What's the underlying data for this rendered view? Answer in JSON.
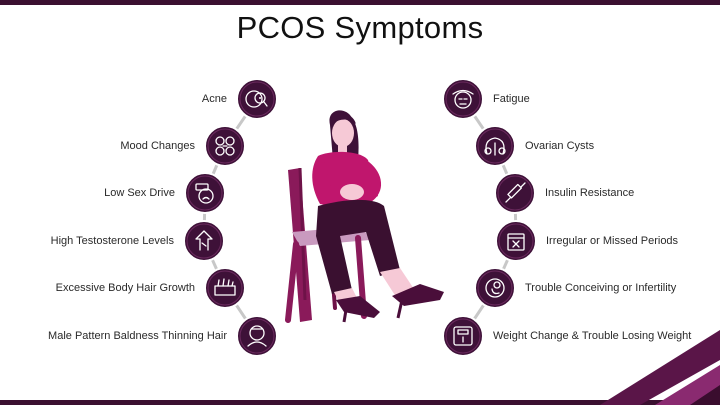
{
  "title": "PCOS Symptoms",
  "colors": {
    "icon_fill": "#3e1138",
    "connector": "#c8c8c8",
    "accent_magenta": "#c0166d",
    "accent_dark": "#4a0e3a",
    "pants": "#3a1030",
    "skin": "#f6c9d6",
    "chair": "#8a1a5a",
    "chair_light": "#c99abf"
  },
  "left_symptoms": [
    {
      "label": "Acne",
      "icon": "face-magnifier-icon"
    },
    {
      "label": "Mood Changes",
      "icon": "mood-faces-icon"
    },
    {
      "label": "Low Sex Drive",
      "icon": "low-battery-face-icon"
    },
    {
      "label": "High Testosterone Levels",
      "icon": "hormone-arrow-icon"
    },
    {
      "label": "Excessive Body Hair Growth",
      "icon": "hair-skin-icon"
    },
    {
      "label": "Male Pattern Baldness Thinning Hair",
      "icon": "bald-head-icon"
    }
  ],
  "right_symptoms": [
    {
      "label": "Fatigue",
      "icon": "tired-face-icon"
    },
    {
      "label": "Ovarian Cysts",
      "icon": "ovary-icon"
    },
    {
      "label": "Insulin Resistance",
      "icon": "syringe-icon"
    },
    {
      "label": "Irregular or Missed Periods",
      "icon": "calendar-icon"
    },
    {
      "label": "Trouble Conceiving or Infertility",
      "icon": "fetus-icon"
    },
    {
      "label": "Weight Change & Trouble Losing Weight",
      "icon": "scale-icon"
    }
  ]
}
